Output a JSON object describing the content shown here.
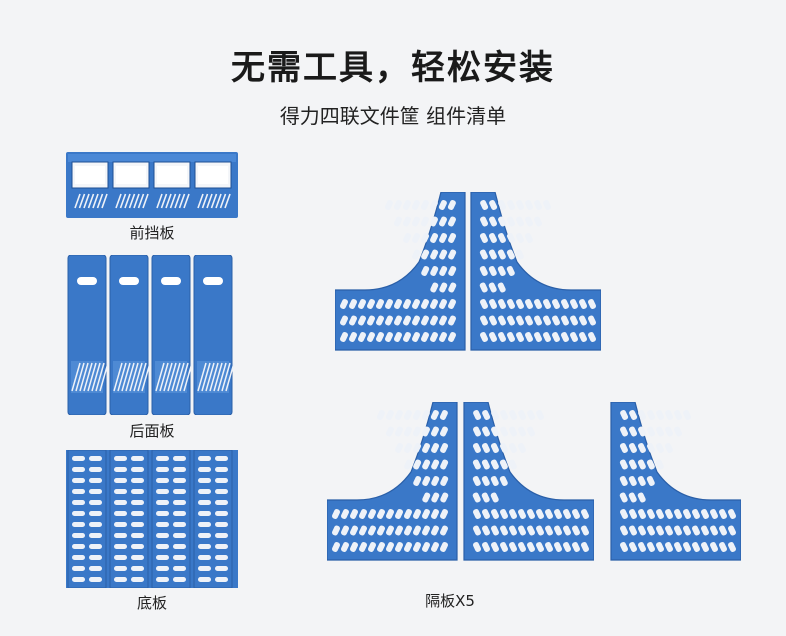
{
  "header": {
    "title": "无需工具，轻松安装",
    "subtitle": "得力四联文件筐 组件清单"
  },
  "parts": {
    "front_panel": "前挡板",
    "back_panel": "后面板",
    "bottom_panel": "底板",
    "divider": "隔板X5"
  },
  "colors": {
    "plastic_blue": "#3a78c8",
    "plastic_dark": "#2a5fa8",
    "hole_color": "#eef2f8",
    "background": "#f3f4f6"
  }
}
